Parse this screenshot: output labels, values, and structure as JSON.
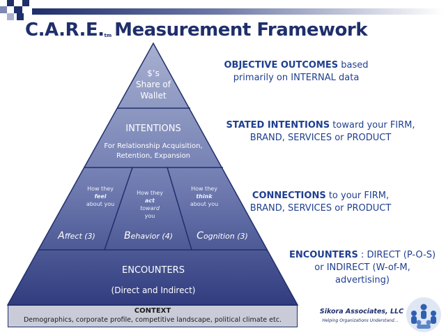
{
  "title": {
    "main": "C.A.R.E.",
    "tm": "tm",
    "rest": "Measurement Framework"
  },
  "pyramid": {
    "apex": {
      "line1": "$’s",
      "line2": "Share of",
      "line3": "Wallet"
    },
    "intentions": {
      "heading": "INTENTIONS",
      "sub1": "For Relationship Acquisition,",
      "sub2": "Retention, Expansion"
    },
    "connections": {
      "affect": {
        "q1": "How they",
        "q2": "feel",
        "q3": "about you",
        "label_initial": "A",
        "label_rest": "ffect (3)"
      },
      "behavior": {
        "q1": "How they",
        "q2": "act",
        "q3": "toward",
        "q4": "you",
        "label_initial": "B",
        "label_rest": "ehavior (4)"
      },
      "cognition": {
        "q1": "How they",
        "q2": "think",
        "q3": "about you",
        "label_initial": "C",
        "label_rest": "ognition (3)"
      }
    },
    "encounters": {
      "heading": "ENCOUNTERS",
      "sub": "(Direct and Indirect)"
    },
    "context": {
      "heading": "CONTEXT",
      "text": "Demographics, corporate profile, competitive landscape, political climate etc."
    }
  },
  "right_labels": {
    "objective": {
      "bold": "OBJECTIVE OUTCOMES",
      "rest1": " based",
      "line2": "primarily on INTERNAL data"
    },
    "stated": {
      "bold": "STATED INTENTIONS",
      "rest1": " toward your FIRM,",
      "line2": "BRAND, SERVICES or PRODUCT"
    },
    "connections": {
      "bold": "CONNECTIONS",
      "rest1": " to your FIRM,",
      "line2": "BRAND, SERVICES or PRODUCT"
    },
    "encounters": {
      "bold": "ENCOUNTERS",
      "rest1": " : DIRECT (P-O-S)",
      "line2": "or INDIRECT (W-of-M,",
      "line3": "advertising)"
    }
  },
  "footer": {
    "company": "Sikora Associates, LLC",
    "tagline": "Helping Organizations Understand…"
  },
  "colors": {
    "navy": "#1f2f6b",
    "blue_text": "#1f3f8f",
    "pyramid_light": "#a7b0d0",
    "pyramid_dark": "#303c7e",
    "context_fill": "#c9ccd8"
  },
  "icons": [
    "corner-squares-decoration",
    "people-group-logo-icon"
  ]
}
